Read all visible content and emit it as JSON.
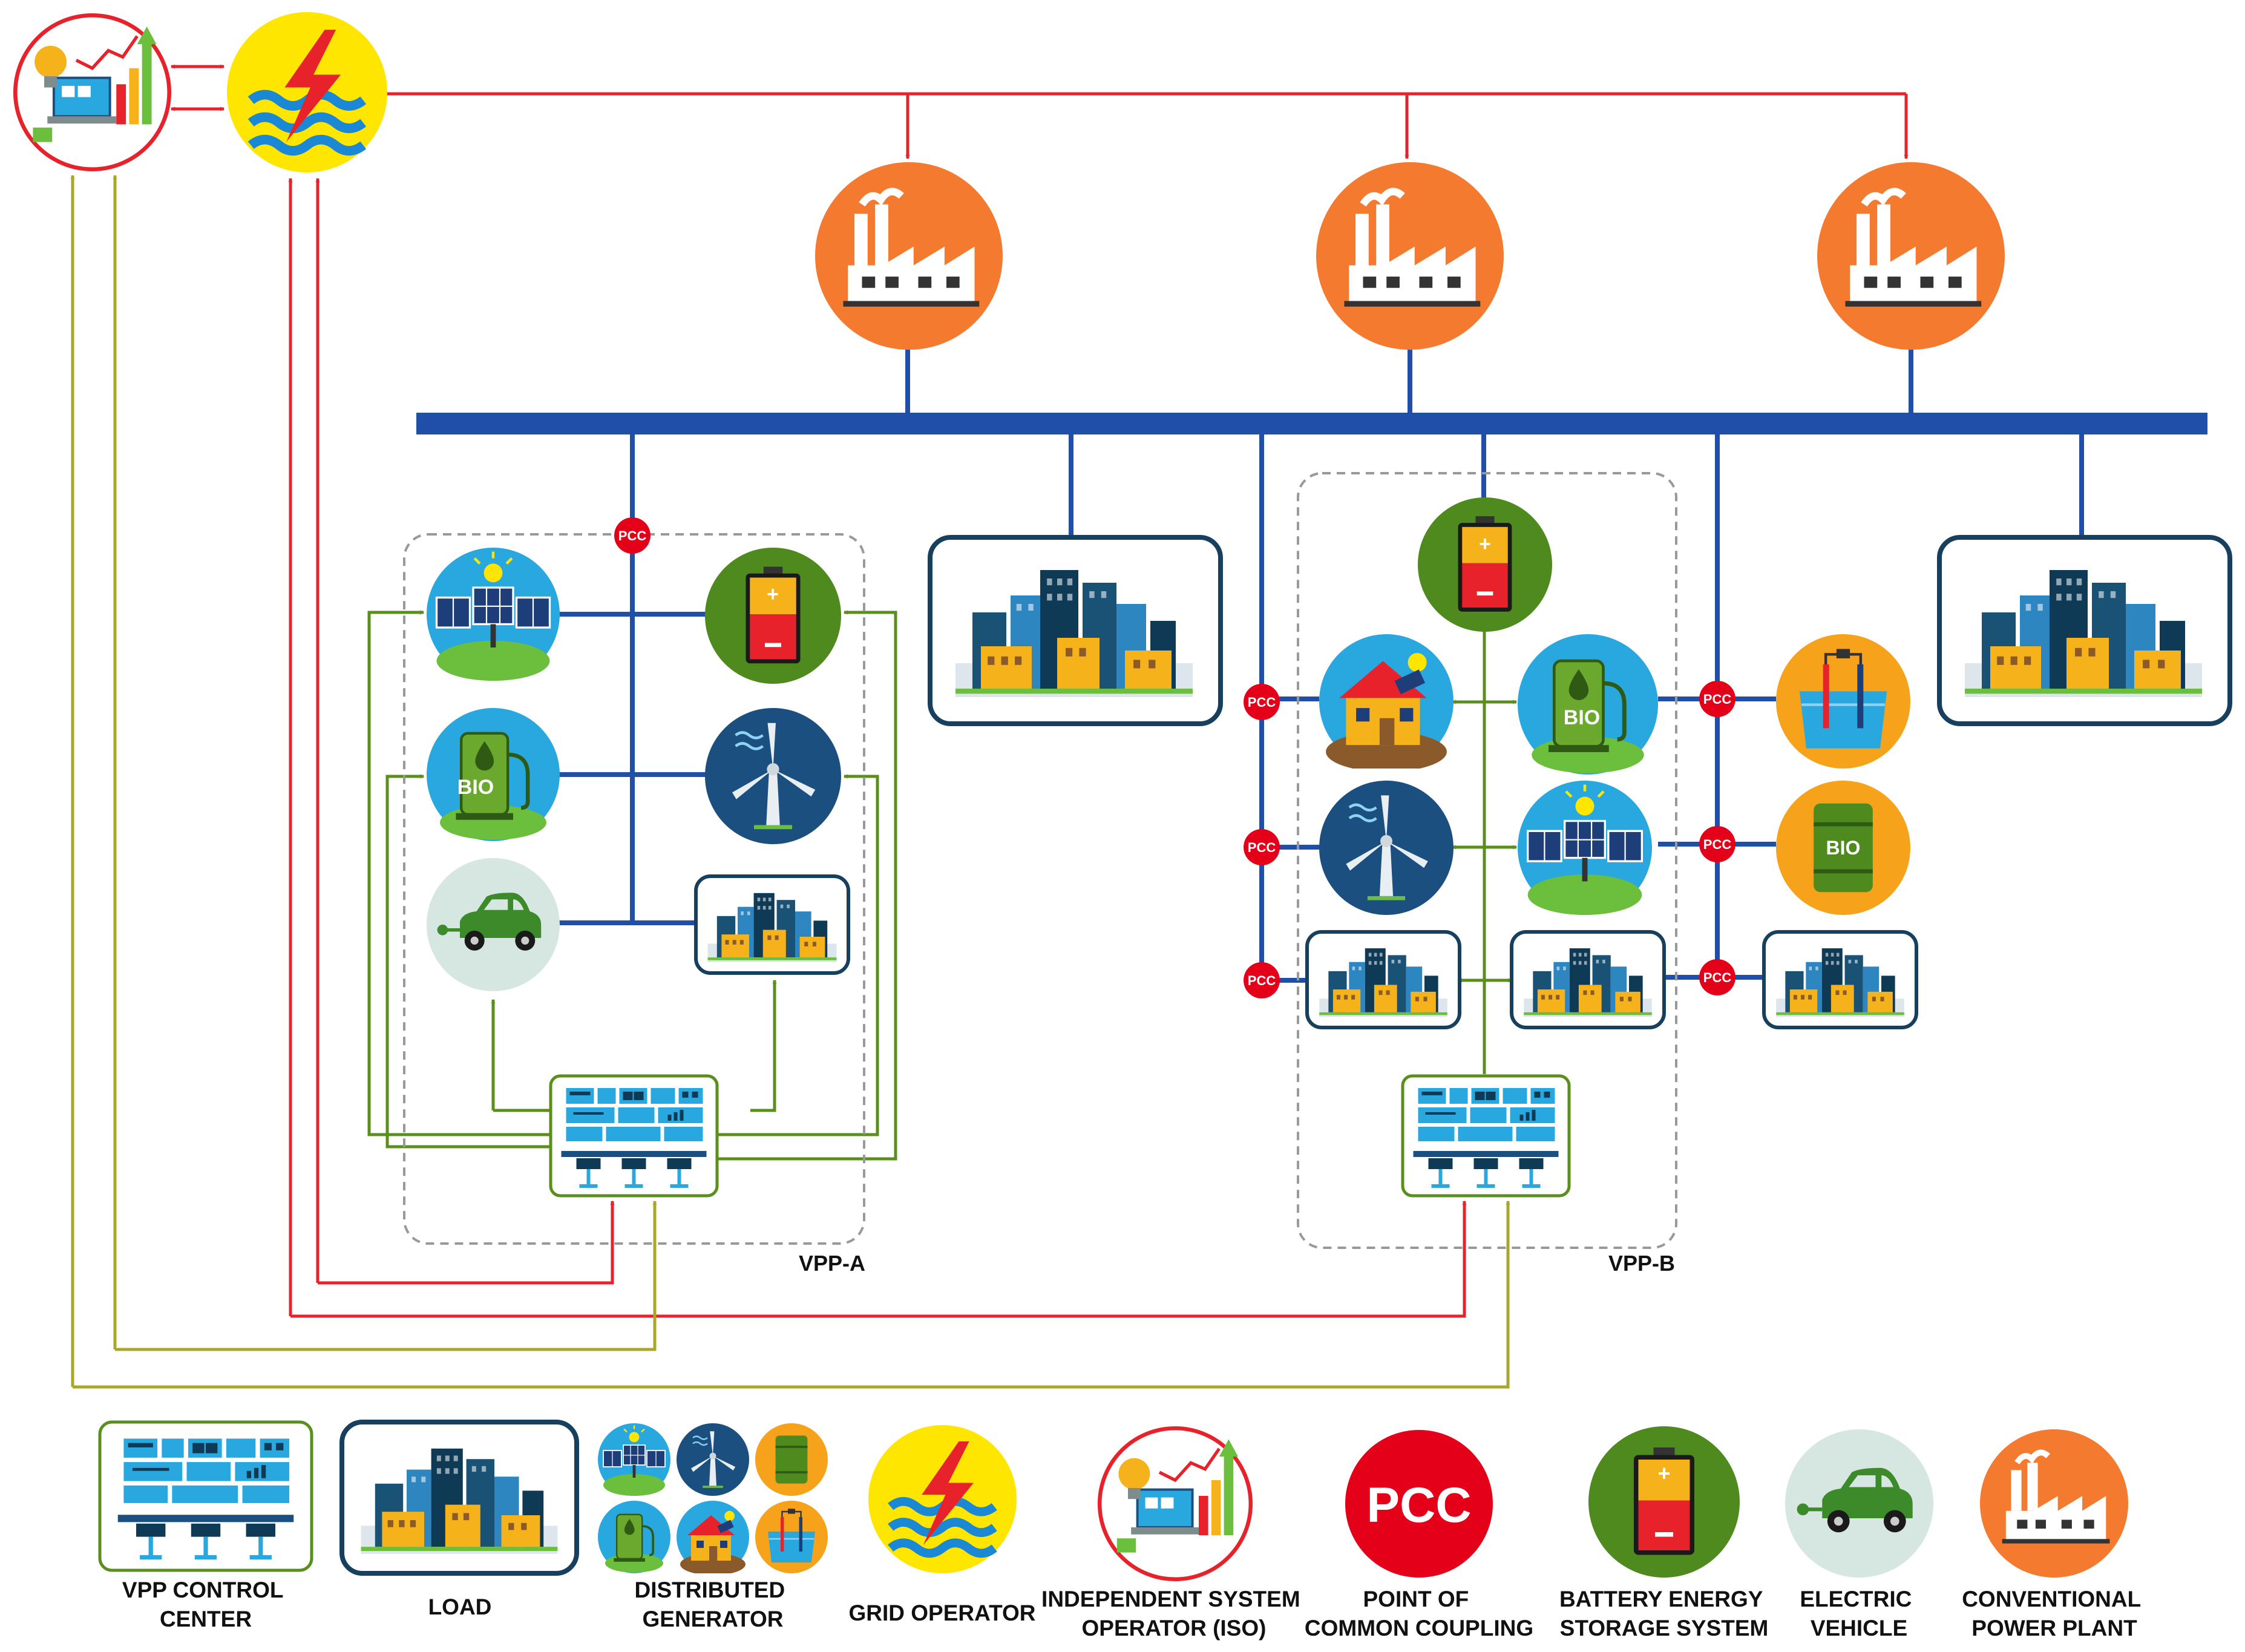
{
  "groups": {
    "vpp_a": "VPP-A",
    "vpp_b": "VPP-B"
  },
  "pcc_badge": "PCC",
  "bio_text": "BIO",
  "battery_plus": "+",
  "legend": {
    "vpp_control_center": [
      "VPP CONTROL",
      "CENTER"
    ],
    "load": [
      "LOAD"
    ],
    "distributed_generator": [
      "DISTRIBUTED",
      "GENERATOR"
    ],
    "grid_operator": [
      "GRID OPERATOR"
    ],
    "iso": [
      "INDEPENDENT SYSTEM",
      "OPERATOR (ISO)"
    ],
    "pcc": [
      "POINT OF",
      "COMMON COUPLING"
    ],
    "bess": [
      "BATTERY ENERGY",
      "STORAGE SYSTEM"
    ],
    "ev": [
      "ELECTRIC",
      "VEHICLE"
    ],
    "conventional": [
      "CONVENTIONAL",
      "POWER PLANT"
    ]
  },
  "colors": {
    "bus_blue": "#1f4fa8",
    "red_line": "#e8222b",
    "green_line": "#5a8f1d",
    "olive_line": "#a9a72a",
    "plant_orange": "#f47a30",
    "grid_yellow": "#ffe600",
    "pcc_red": "#e5001a",
    "battery_green": "#4f8a1e",
    "ev_grey": "#d6e6e0",
    "load_border": "#16405e"
  },
  "icons": [
    "iso-icon",
    "grid-operator-icon",
    "factory-icon",
    "solar-panel-icon",
    "battery-icon",
    "bio-pump-icon",
    "wind-turbine-icon",
    "electric-car-icon",
    "city-load-icon",
    "control-center-icon",
    "house-solar-icon",
    "electrolyser-icon",
    "bio-barrel-icon"
  ]
}
